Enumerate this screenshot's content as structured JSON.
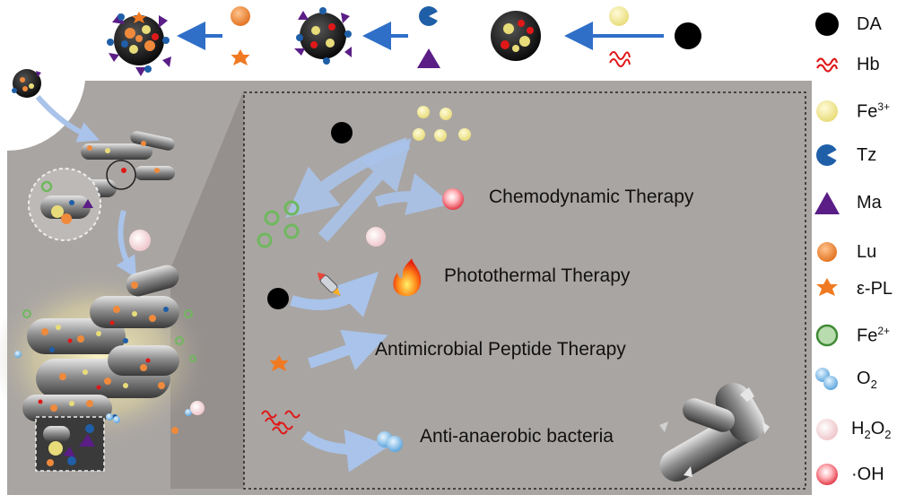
{
  "therapies": {
    "chemodynamic": "Chemodynamic Therapy",
    "photothermal": "Photothermal  Therapy",
    "antimicrobial": "Antimicrobial Peptide Therapy",
    "anaerobic": "Anti-anaerobic bacteria"
  },
  "legend": [
    {
      "key": "da",
      "label": "DA",
      "icon": "black-dot-icon"
    },
    {
      "key": "hb",
      "label": "Hb",
      "icon": "red-squiggle-icon"
    },
    {
      "key": "fe3",
      "label": "Fe",
      "sup": "3+",
      "icon": "yellow-circle-icon"
    },
    {
      "key": "tz",
      "label": "Tz",
      "icon": "blue-crescent-icon"
    },
    {
      "key": "ma",
      "label": "Ma",
      "icon": "purple-triangle-icon"
    },
    {
      "key": "lu",
      "label": "Lu",
      "icon": "orange-circle-icon"
    },
    {
      "key": "epl",
      "label": "ε-PL",
      "icon": "orange-star-icon"
    },
    {
      "key": "fe2",
      "label": "Fe",
      "sup": "2+",
      "icon": "green-ring-icon"
    },
    {
      "key": "o2",
      "label": "O",
      "sub": "2",
      "icon": "blue-double-bubble-icon"
    },
    {
      "key": "h2o2",
      "label_parts": [
        "H",
        "2",
        "O",
        "2"
      ],
      "icon": "pink-circle-icon"
    },
    {
      "key": "oh",
      "label": "·OH",
      "icon": "red-glow-circle-icon"
    }
  ],
  "colors": {
    "panel_bg": "#a9a5a2",
    "arrow_blue": "#2f6fc8",
    "arrow_light": "#a9c3ea",
    "da": "#000000",
    "hb": "#e01818",
    "fe3": "#f3ea9a",
    "tz": "#1f5fa8",
    "ma": "#5a1e86",
    "lu": "#ef8a3c",
    "epl": "#f07a22",
    "fe2": "#6fb85e",
    "o2": "#7ab8e6",
    "h2o2": "#f4d6d8",
    "oh": "#e8434e"
  }
}
